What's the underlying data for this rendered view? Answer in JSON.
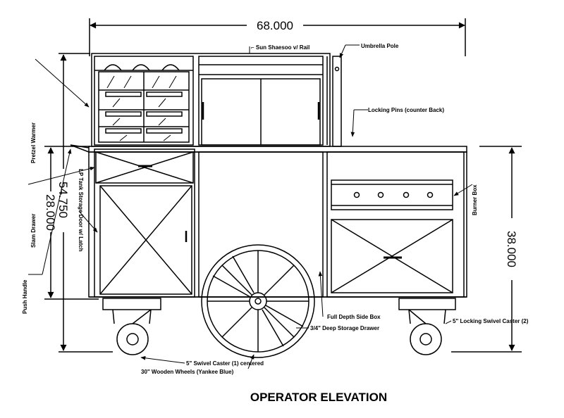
{
  "title": "OPERATOR ELEVATION",
  "dimensions": {
    "overall_width": "68.000",
    "overall_height": "54.750",
    "counter_height_left": "28.000",
    "counter_height_right": "38.000"
  },
  "callouts": {
    "sun_shroud": "⌐ Sun Shaesoo v/ Rail",
    "umbrella_pole": "Umbrella Pole",
    "locking_pins": "Locking Pins (counter Back)",
    "pretzel_warmer": "Pretzel Warmer",
    "lp_tank": "LP Tank Storage Door w/ Latch",
    "slam_drawer": "Slam Drawer",
    "push_handle": "Push Handle",
    "burner_box": "Burner Box",
    "full_depth_side_box": "Full Depth Side Box",
    "deep_storage_drawer": "3/4\" Deep Storage Drawer",
    "locking_swivel_caster": "5\" Locking Swivel Caster (2)",
    "swivel_caster_centered": "5\" Swivel Caster (1) centered",
    "wooden_wheels": "30\" Wooden Wheels (Yankee Blue)"
  }
}
